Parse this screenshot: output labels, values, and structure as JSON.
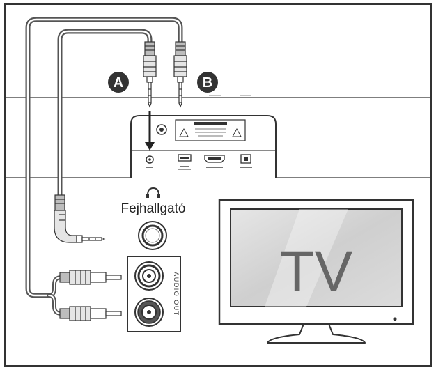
{
  "callouts": {
    "a": "A",
    "b": "B"
  },
  "headphone": {
    "label": "Fejhallgató"
  },
  "audio_out": {
    "label": "AUDIO OUT"
  },
  "tv": {
    "label": "TV"
  },
  "colors": {
    "frame": "#333333",
    "cable_outer": "#555555",
    "cable_inner": "#ffffff",
    "callout_fill": "#333333",
    "tv_screen": "#d8d8d8",
    "tv_text": "#666666"
  }
}
